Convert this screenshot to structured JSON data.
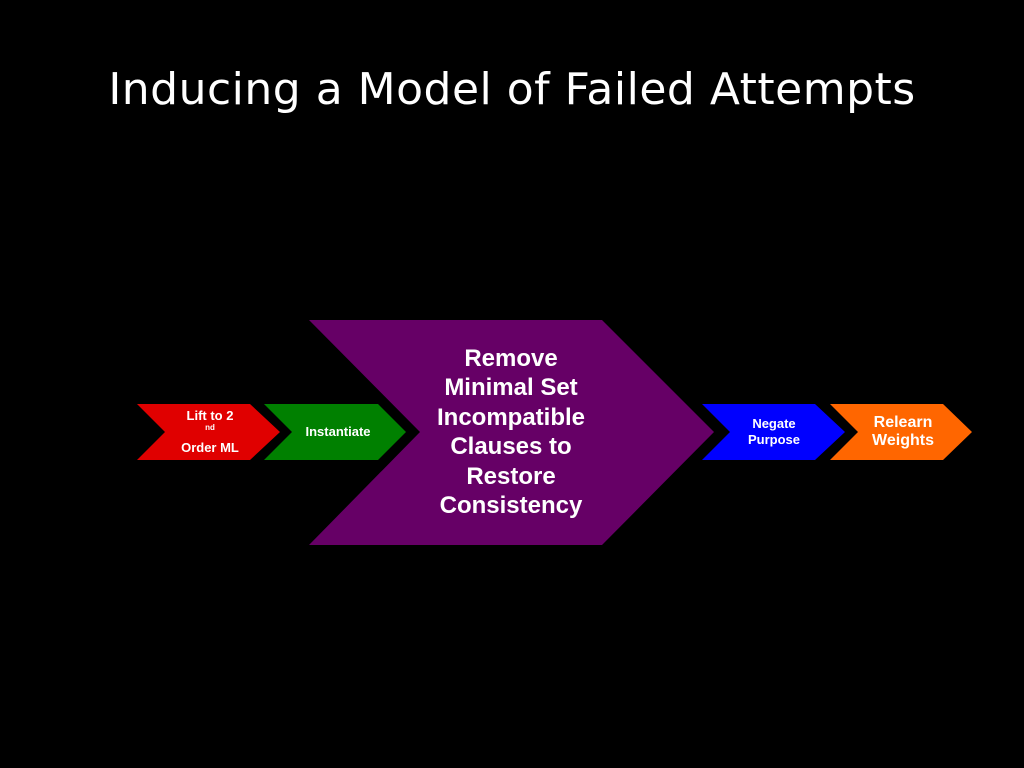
{
  "slide": {
    "title": "Inducing a Model of Failed Attempts"
  },
  "steps": [
    {
      "label_line1": "Lift to 2",
      "label_sup": "nd",
      "label_line2": "Order ML",
      "color": "#E00000"
    },
    {
      "label": "Instantiate",
      "color": "#008000"
    },
    {
      "lines": [
        "Remove",
        "Minimal Set",
        "Incompatible",
        "Clauses to",
        "Restore",
        "Consistency"
      ],
      "color": "#660066"
    },
    {
      "lines": [
        "Negate",
        "Purpose"
      ],
      "color": "#0000FF"
    },
    {
      "lines": [
        "Relearn",
        "Weights"
      ],
      "color": "#FF6600"
    }
  ]
}
